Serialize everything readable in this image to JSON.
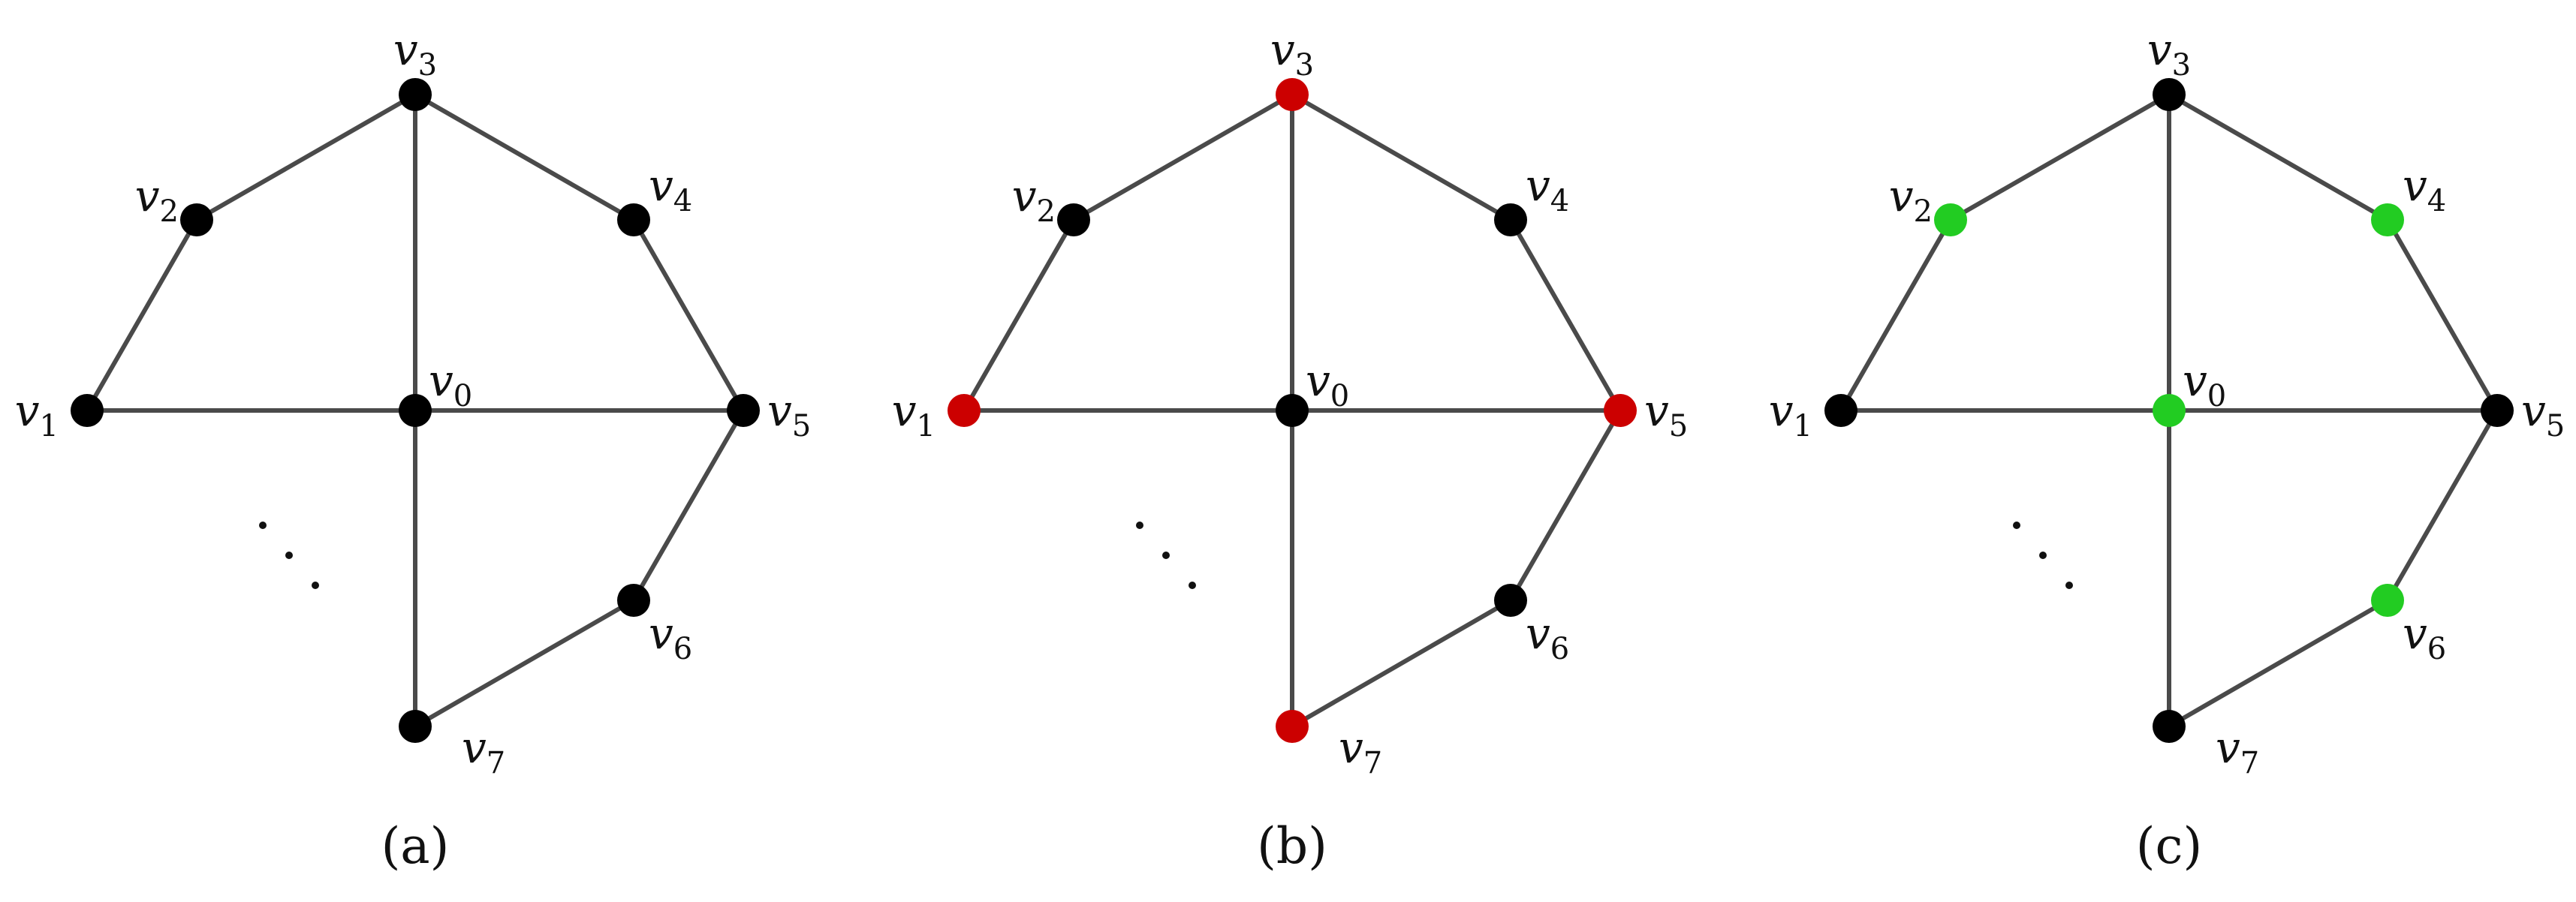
{
  "colors": {
    "default": "#000000",
    "red": "#cc0000",
    "green": "#22cc22",
    "edge": "#4a4a4a"
  },
  "vertices": [
    {
      "id": "v0",
      "base": "v",
      "sub": "0"
    },
    {
      "id": "v1",
      "base": "v",
      "sub": "1"
    },
    {
      "id": "v2",
      "base": "v",
      "sub": "2"
    },
    {
      "id": "v3",
      "base": "v",
      "sub": "3"
    },
    {
      "id": "v4",
      "base": "v",
      "sub": "4"
    },
    {
      "id": "v5",
      "base": "v",
      "sub": "5"
    },
    {
      "id": "v6",
      "base": "v",
      "sub": "6"
    },
    {
      "id": "v7",
      "base": "v",
      "sub": "7"
    }
  ],
  "edges": [
    [
      "v1",
      "v2"
    ],
    [
      "v2",
      "v3"
    ],
    [
      "v3",
      "v4"
    ],
    [
      "v4",
      "v5"
    ],
    [
      "v5",
      "v6"
    ],
    [
      "v6",
      "v7"
    ],
    [
      "v0",
      "v1"
    ],
    [
      "v0",
      "v3"
    ],
    [
      "v0",
      "v5"
    ],
    [
      "v0",
      "v7"
    ]
  ],
  "ellipsis": "· · ·",
  "panels": [
    {
      "caption": "(a)",
      "vertex_colors": {
        "v0": "default",
        "v1": "default",
        "v2": "default",
        "v3": "default",
        "v4": "default",
        "v5": "default",
        "v6": "default",
        "v7": "default"
      }
    },
    {
      "caption": "(b)",
      "vertex_colors": {
        "v0": "default",
        "v1": "red",
        "v2": "default",
        "v3": "red",
        "v4": "default",
        "v5": "red",
        "v6": "default",
        "v7": "red"
      }
    },
    {
      "caption": "(c)",
      "vertex_colors": {
        "v0": "green",
        "v1": "default",
        "v2": "green",
        "v3": "default",
        "v4": "green",
        "v5": "default",
        "v6": "green",
        "v7": "default"
      }
    }
  ]
}
